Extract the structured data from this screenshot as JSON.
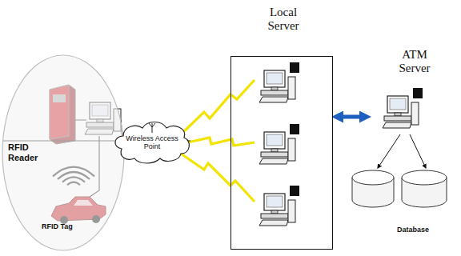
{
  "diagram": {
    "nodes": [
      {
        "text": [
          "RFID Reader",
          "RFID Tag"
        ]
      },
      {
        "text": [
          "Wireless Access Point"
        ]
      },
      {
        "text": [
          "Local Server"
        ]
      },
      {
        "text": [
          "ATM Server"
        ]
      }
    ],
    "edges": [
      {
        "from": 0,
        "to": 1,
        "arrow": "none"
      },
      {
        "from": 2,
        "to": 3,
        "arrow": "both"
      }
    ],
    "labels": [
      "Database"
    ]
  }
}
